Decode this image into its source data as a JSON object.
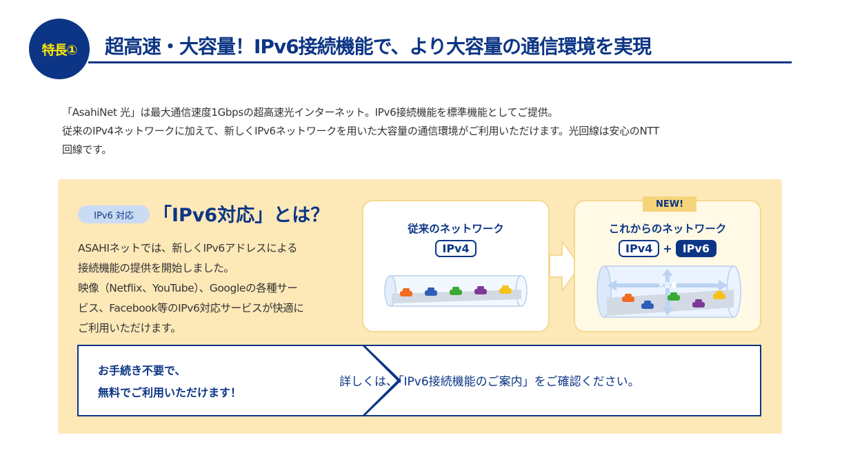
{
  "header": {
    "badge": "特長①",
    "title": "超高速・大容量！IPv6接続機能で、より大容量の通信環境を実現"
  },
  "intro": {
    "line1": "「AsahiNet 光」は最大通信速度1Gbpsの超高速光インターネット。IPv6接続機能を標準機能としてご提供。",
    "line2": "従来のIPv4ネットワークに加えて、新しくIPv6ネットワークを用いた大容量の通信環境がご利用いただけます。光回線は安心のNTT",
    "line3": "回線です。"
  },
  "ipv6_panel": {
    "tag": "IPv6 対応",
    "title": "「IPv6対応」とは？",
    "desc": [
      "ASAHIネットでは、新しくIPv6アドレスによる",
      "接続機能の提供を開始しました。",
      "映像（Netflix、YouTube）、Googleの各種サー",
      "ビス、Facebook等のIPv6対応サービスが快適に",
      "ご利用いただけます。"
    ]
  },
  "diagram": {
    "old": {
      "title": "従来のネットワーク",
      "protocol": "IPv4"
    },
    "new": {
      "badge": "NEW!",
      "title": "これからのネットワーク",
      "protocol1": "IPv4",
      "plus": "+",
      "protocol2": "IPv6",
      "capacity_label": "大容量"
    },
    "car_colors": [
      "#f26b21",
      "#2f5db8",
      "#3aaa35",
      "#7c3a96",
      "#f5c21b"
    ]
  },
  "cta": {
    "left_line1": "お手続き不要で、",
    "left_line2": "無料でご利用いただけます！",
    "link_text": "詳しくは、「IPv6接続機能のご案内」をご確認ください。"
  },
  "colors": {
    "navy": "#0c3585",
    "panel_bg": "#fde8b8",
    "badge_text": "#ffe600"
  }
}
